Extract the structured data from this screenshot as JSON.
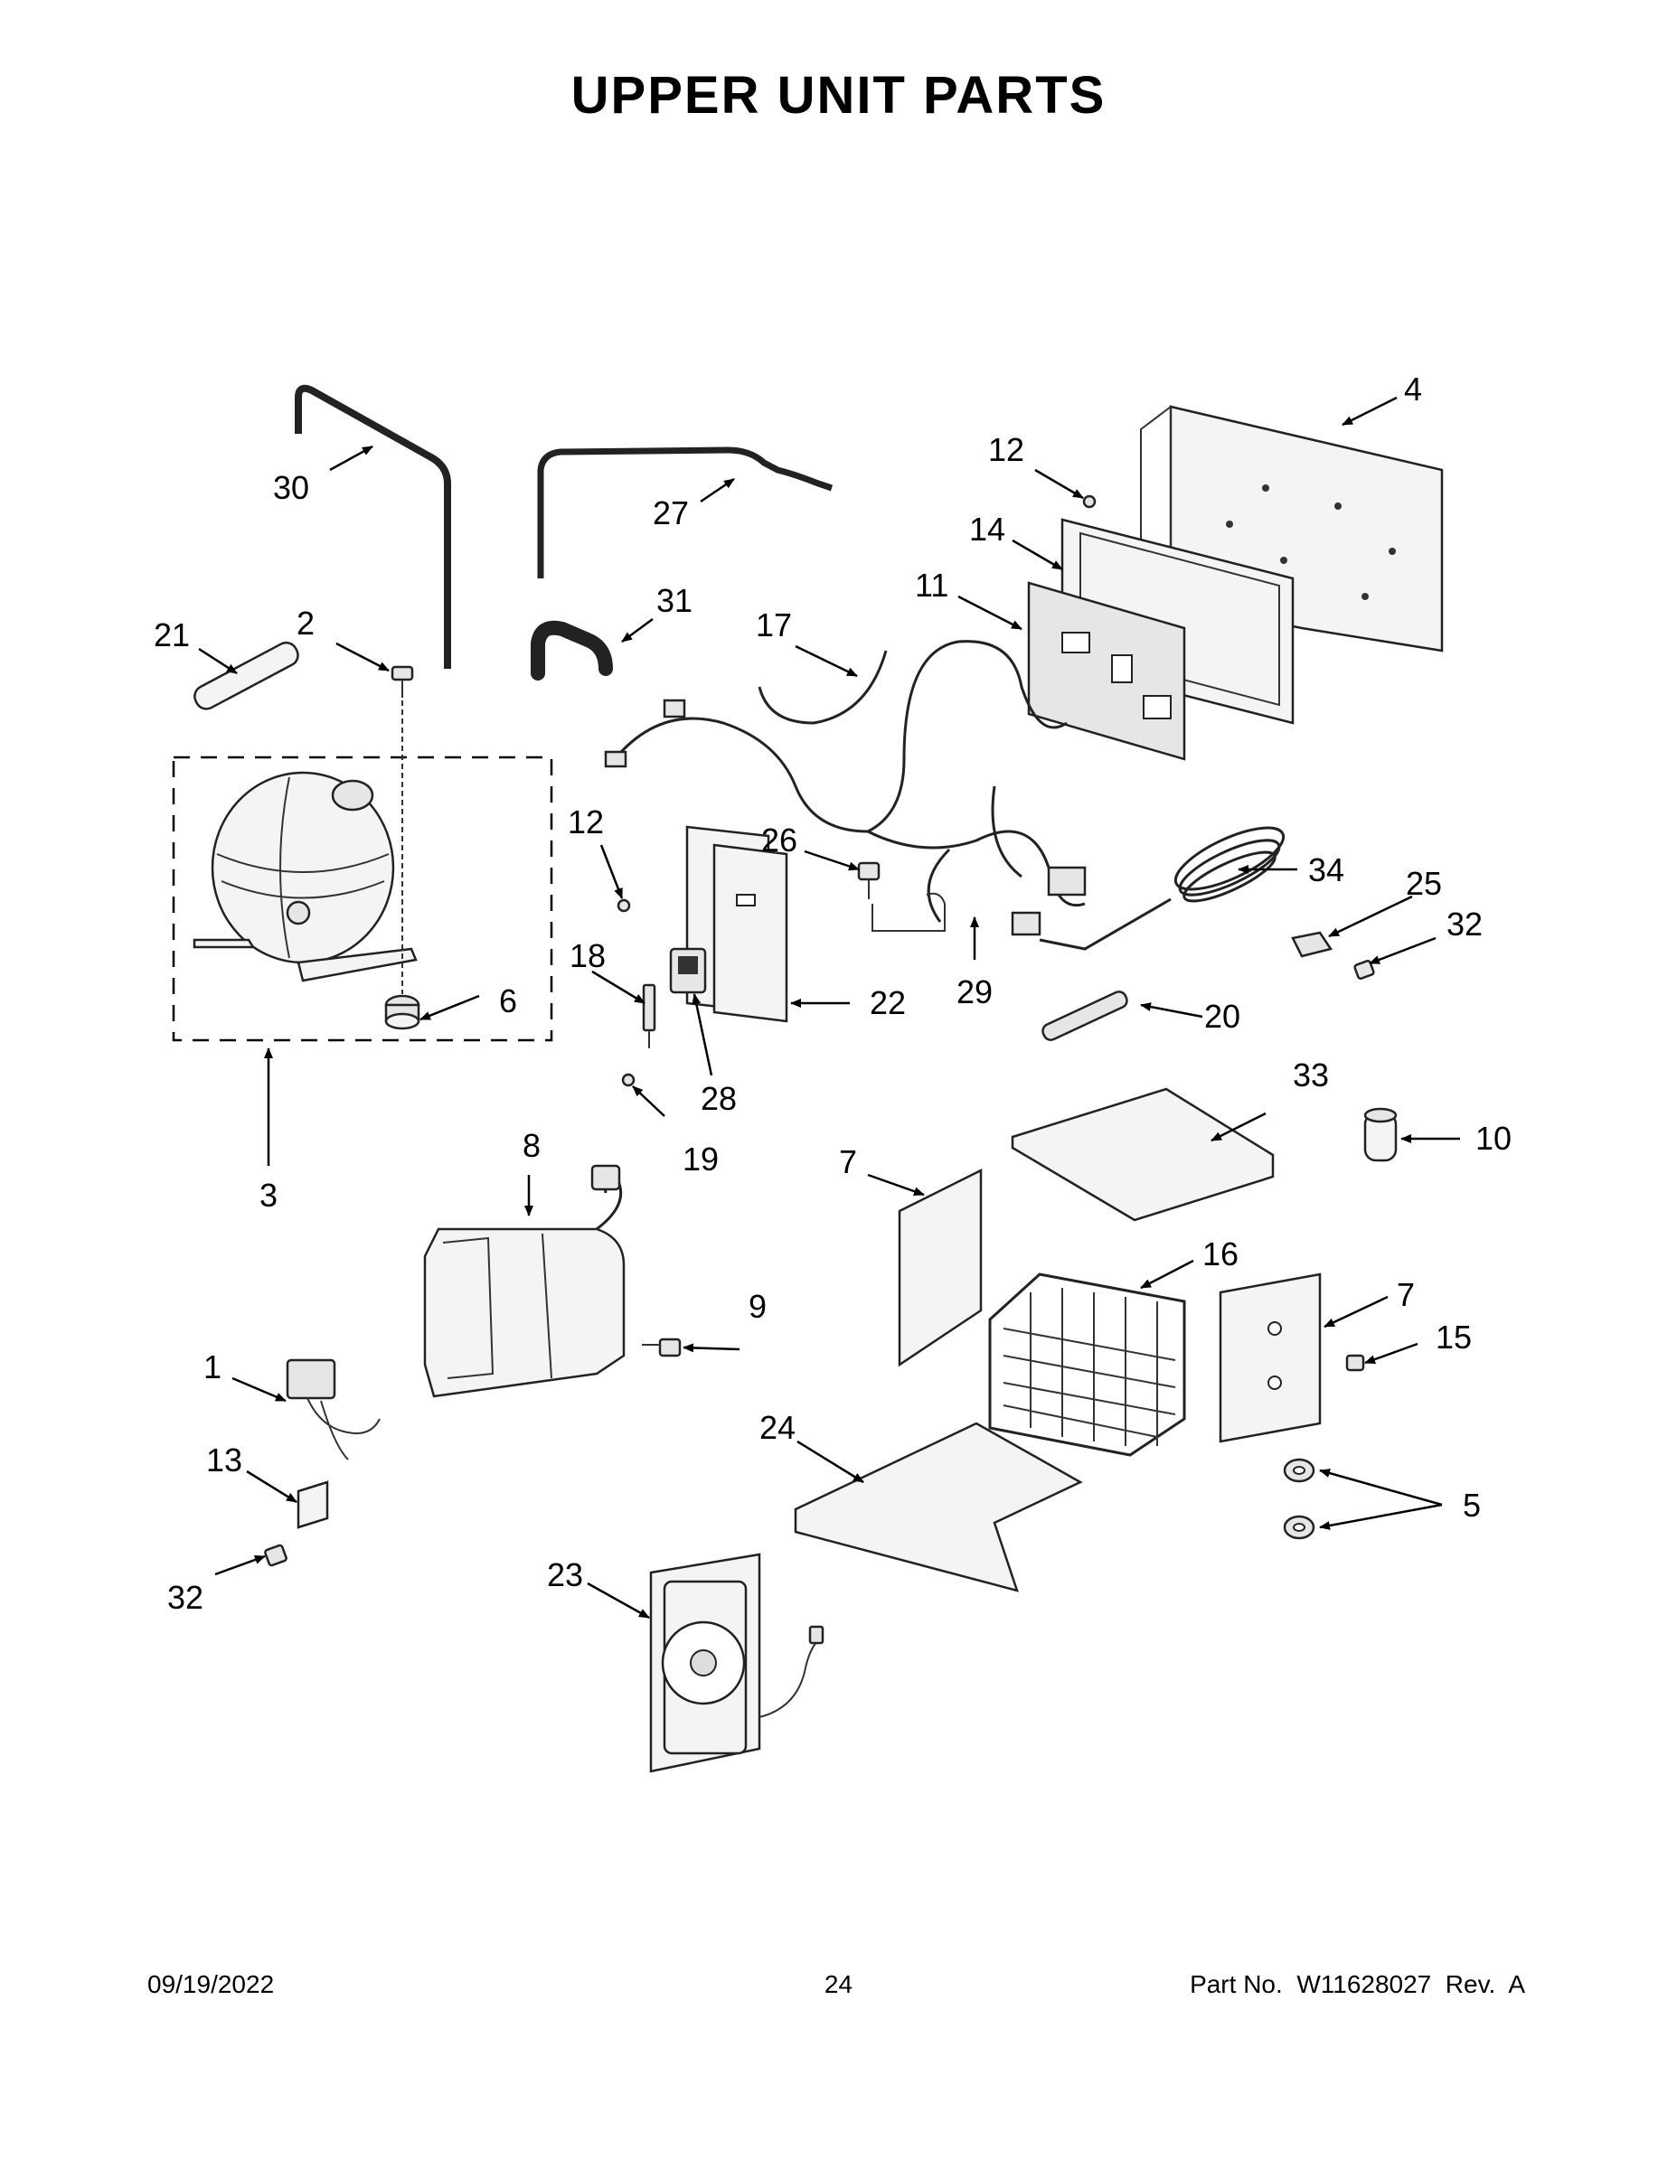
{
  "title": "UPPER UNIT PARTS",
  "callouts": [
    "1",
    "2",
    "3",
    "4",
    "5",
    "6",
    "7",
    "8",
    "9",
    "10",
    "11",
    "12",
    "13",
    "14",
    "15",
    "16",
    "17",
    "18",
    "19",
    "20",
    "21",
    "22",
    "23",
    "24",
    "25",
    "26",
    "27",
    "28",
    "29",
    "30",
    "31",
    "32",
    "33",
    "34"
  ],
  "footer": {
    "date": "09/19/2022",
    "page": "24",
    "part_no": "Part No.  W11628027  Rev.  A"
  }
}
